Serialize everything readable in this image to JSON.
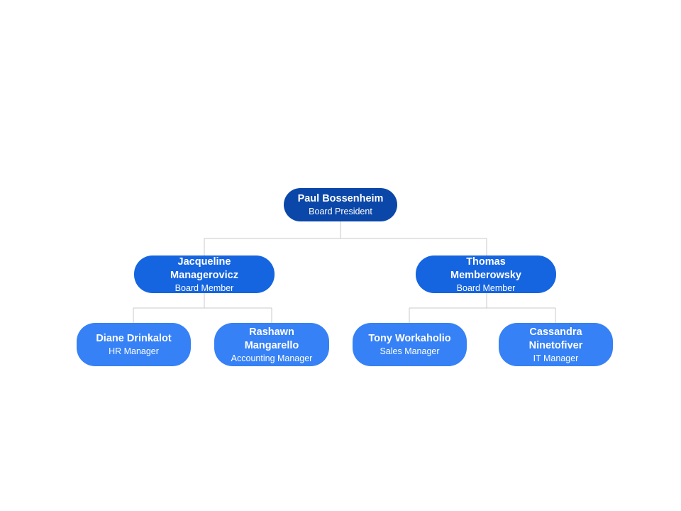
{
  "colors": {
    "level0": "#0b47a8",
    "level1": "#1565e0",
    "level2": "#3681f5",
    "connector": "#c8c8c8"
  },
  "nodes": [
    {
      "id": "president",
      "name": "Paul Bossenheim",
      "role": "Board President",
      "parent": null
    },
    {
      "id": "member1",
      "name": "Jacqueline Managerovicz",
      "role": "Board Member",
      "parent": "president"
    },
    {
      "id": "member2",
      "name": "Thomas Memberowsky",
      "role": "Board Member",
      "parent": "president"
    },
    {
      "id": "hr",
      "name": "Diane Drinkalot",
      "role": "HR Manager",
      "parent": "member1"
    },
    {
      "id": "accounting",
      "name": "Rashawn Mangarello",
      "role": "Accounting Manager",
      "parent": "member1"
    },
    {
      "id": "sales",
      "name": "Tony Workaholio",
      "role": "Sales Manager",
      "parent": "member2"
    },
    {
      "id": "it",
      "name": "Cassandra Ninetofiver",
      "role": "IT Manager",
      "parent": "member2"
    }
  ]
}
